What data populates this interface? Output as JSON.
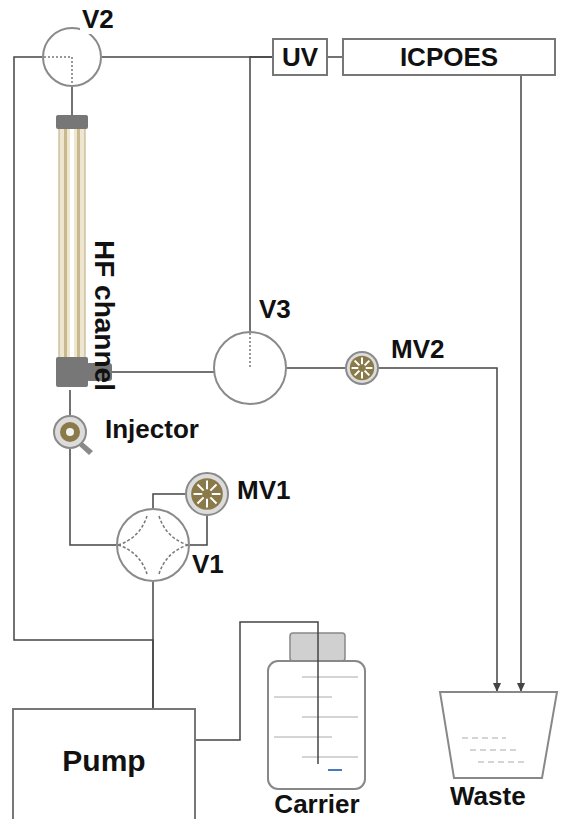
{
  "diagram": {
    "nodes": [
      {
        "text": [
          "V2"
        ]
      },
      {
        "text": [
          "UV"
        ]
      },
      {
        "text": [
          "ICPOES"
        ]
      },
      {
        "text": [
          "HF channel"
        ]
      },
      {
        "text": [
          "V3"
        ]
      },
      {
        "text": [
          "MV2"
        ]
      },
      {
        "text": [
          "Injector"
        ]
      },
      {
        "text": [
          "MV1"
        ]
      },
      {
        "text": [
          "V1"
        ]
      },
      {
        "text": [
          "Pump"
        ]
      },
      {
        "text": [
          "Carrier"
        ]
      },
      {
        "text": [
          "Waste"
        ]
      }
    ],
    "edges": [
      {
        "from": 0,
        "to": 1,
        "arrow": "none"
      },
      {
        "from": 4,
        "to": 1,
        "arrow": "none"
      },
      {
        "from": 1,
        "to": 2,
        "arrow": "none"
      },
      {
        "from": 2,
        "to": 11,
        "arrow": "to"
      },
      {
        "from": 0,
        "to": 3,
        "arrow": "none"
      },
      {
        "from": 3,
        "to": 4,
        "arrow": "none"
      },
      {
        "from": 4,
        "to": 5,
        "arrow": "none"
      },
      {
        "from": 5,
        "to": 11,
        "arrow": "to"
      },
      {
        "from": 3,
        "to": 6,
        "arrow": "none"
      },
      {
        "from": 6,
        "to": 8,
        "arrow": "none"
      },
      {
        "from": 8,
        "to": 7,
        "arrow": "none"
      },
      {
        "from": 8,
        "to": 7,
        "arrow": "none"
      },
      {
        "from": 8,
        "to": 9,
        "arrow": "none"
      },
      {
        "from": 9,
        "to": 0,
        "arrow": "none"
      },
      {
        "from": 9,
        "to": 10,
        "arrow": "none"
      }
    ]
  }
}
